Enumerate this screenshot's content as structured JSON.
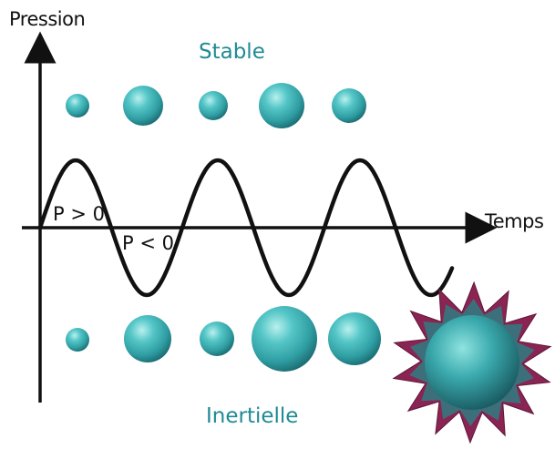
{
  "axes": {
    "y_label": "Pression",
    "x_label": "Temps"
  },
  "labels": {
    "stable": "Stable",
    "inertial": "Inertielle",
    "positive_pressure": "P > 0",
    "negative_pressure": "P < 0"
  },
  "colors": {
    "bubble": "#3bb3b6",
    "bubble_label": "#1f8a95",
    "burst_spike": "#8a2452",
    "wave": "#111111"
  },
  "stable_bubbles": [
    {
      "relative_size": "small"
    },
    {
      "relative_size": "medium"
    },
    {
      "relative_size": "small"
    },
    {
      "relative_size": "large"
    },
    {
      "relative_size": "medium"
    }
  ],
  "inertial_bubbles": [
    {
      "relative_size": "small"
    },
    {
      "relative_size": "medium"
    },
    {
      "relative_size": "small"
    },
    {
      "relative_size": "large"
    },
    {
      "relative_size": "medium"
    },
    {
      "relative_size": "collapse",
      "icon": "burst-icon"
    }
  ]
}
